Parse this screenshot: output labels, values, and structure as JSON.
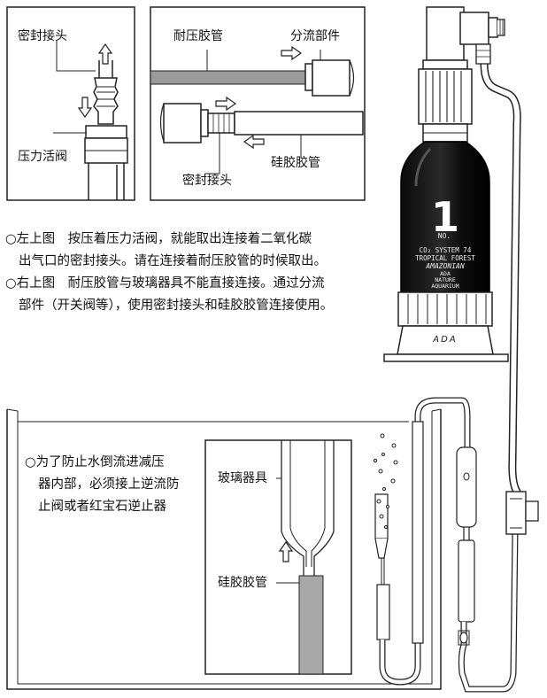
{
  "top_left": {
    "label_seal": "密封接头",
    "label_valve": "压力活阀"
  },
  "top_right": {
    "label_hose": "耐压胶管",
    "label_splitter": "分流部件",
    "label_silicone": "硅胶胶管",
    "label_seal": "密封接头"
  },
  "notes": {
    "n1_l1": "○左上图　按压着压力活阀，就能取出连接着二氧化碳",
    "n1_l2": "出气口的密封接头。请在连接着耐压胶管的时候取出。",
    "n2_l1": "○右上图　耐压胶管与玻璃器具不能直接连接。通过分流",
    "n2_l2": "部件（开关阀等），使用密封接头和硅胶胶管连接使用。"
  },
  "cylinder": {
    "big_number": "1",
    "no_label": "NO.",
    "line1": "CO₂ SYSTEM 74",
    "line2": "TROPICAL FOREST",
    "line3": "AMAZONIAN",
    "line4": "ADA",
    "line5": "NATURE",
    "line6": "AQUARIUM",
    "logo": "ADA"
  },
  "tank": {
    "note_l1": "○为了防止水倒流进减压",
    "note_l2": "器内部，必须接上逆流防",
    "note_l3": "止阀或者红宝石逆止器",
    "label_glass": "玻璃器具",
    "label_silicone": "硅胶胶管"
  }
}
